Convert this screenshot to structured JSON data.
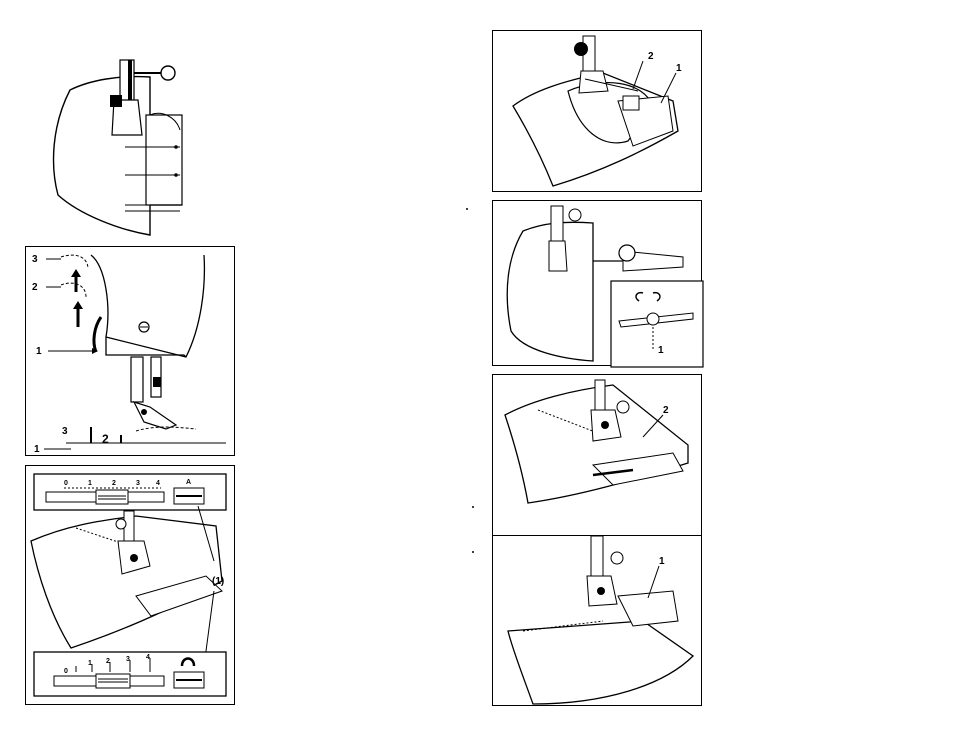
{
  "page": {
    "left_column": {
      "fig_guide_pins": {},
      "fig_presser_lift": {
        "labels": {
          "upper_3": "3",
          "upper_2": "2",
          "upper_1": "1",
          "lower_3": "3",
          "lower_2": "2",
          "lower_1": "1"
        }
      },
      "fig_stitch_settings": {
        "top_dial": {
          "ticks": [
            "0",
            "1",
            "2",
            "3",
            "4"
          ],
          "symbol": "A"
        },
        "callout": "(1)",
        "bottom_dial": {
          "ticks": [
            "0",
            "1",
            "2",
            "3",
            "4"
          ]
        }
      }
    },
    "right_column": {
      "fig_plate_attach": {
        "labels": {
          "a": "2",
          "b": "1"
        }
      },
      "fig_seam_guide": {
        "labels": {
          "screw": "1"
        }
      },
      "fig_edge_sewing": {
        "labels": {
          "a": "2"
        }
      },
      "fig_hem_finish": {
        "labels": {
          "a": "1"
        }
      }
    }
  }
}
